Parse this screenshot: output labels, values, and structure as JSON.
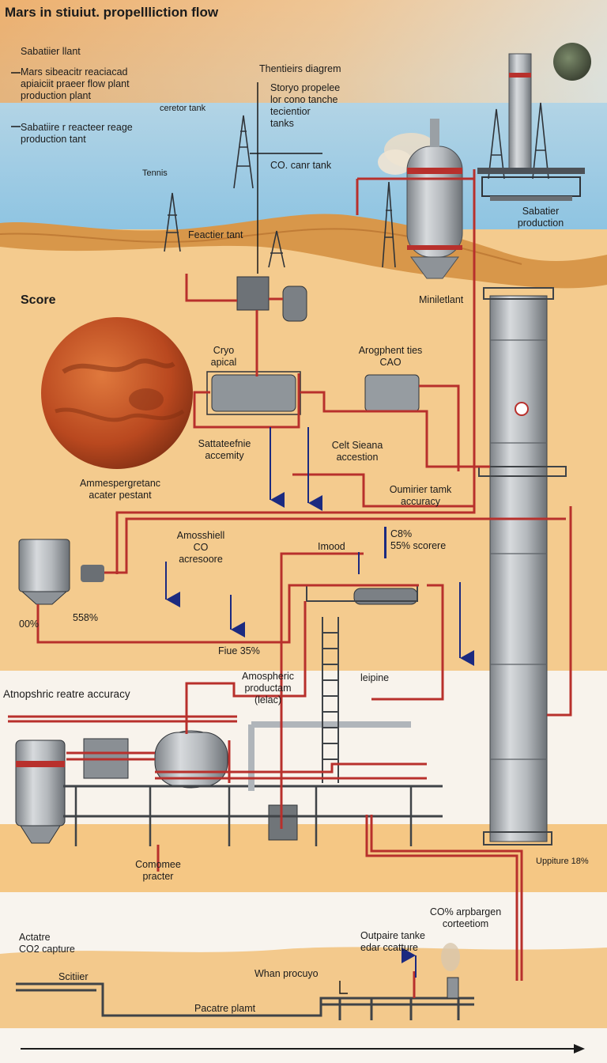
{
  "title": "Mars in stiuiut. propellliction flow",
  "legend": [
    "Sabatiier llant",
    "Mars sibeacitr reaciacad\napiaiciit praeer flow plant\nproduction plant",
    "Sabatiire r reacteer reage\nproduction tant"
  ],
  "labels": {
    "diagram_caption": "Thentieirs diagrem",
    "storage": "Storyo propelee\nlor cono tanche\ntecientior\ntanks",
    "cereter_tank": "ceretor tank",
    "co2_tank": "CO. canr tank",
    "tennis": "Tennis",
    "reactier_tant": "Feactier tant",
    "sabatier_production": "Sabatier\nproduction",
    "score": "Score",
    "miniletiant": "Miniletlant",
    "cryo": "Cryo\napical",
    "atmosphent": "Arogphent ties\nCAO",
    "sattateefnie": "Sattateefnie\naccemity",
    "celt_sienna": "Celt Sieana\naccestion",
    "ammosper": "Ammespergretanc\nacater pestant",
    "oumirier": "Oumirier tamk\naccuracy",
    "amosshiell": "Amosshiell\nCO\nacresoore",
    "imood": "Imood",
    "score_pct": "C8%\n55% scorere",
    "pct_00": "00%",
    "pct_558": "558%",
    "fiue": "Fiue 35%",
    "amospheric_production": "Amospheric\nproductam\n(lelac)",
    "leipine": "leipine",
    "atmospheric_accuracy": "Atnopshric reatre accuracy",
    "comomee": "Comomee\npracter",
    "uppiture": "Uppiture 18%",
    "co2_argon": "CO% arpbargen\ncorteetiom",
    "actatre": "Actatre\nCO2 capture",
    "outpaire": "Outpaire tanke\nedar ccatture",
    "scitiier": "Scitiier",
    "whan": "Whan procuyo",
    "pacatre": "Pacatre plamt"
  },
  "colors": {
    "sky": "#8fc6e3",
    "sand": "#f3c98c",
    "dune": "#d99a4c",
    "pipe": "#b8302c",
    "flow_arrow": "#1b2a80",
    "steel": "#a4a9ad",
    "mars": "#c8542a"
  }
}
